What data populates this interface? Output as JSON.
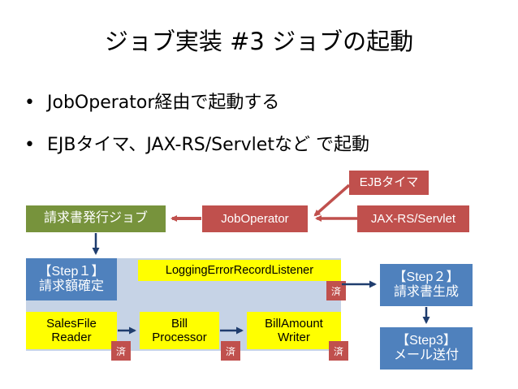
{
  "slide": {
    "title": "ジョブ実装 #3 ジョブの起動",
    "bullets": [
      "JobOperator経由で起動する",
      "EJBタイマ、JAX-RS/Servletなど で起動"
    ],
    "bullet_symbol": "•"
  },
  "diagram": {
    "ejb_timer": "EJBタイマ",
    "jax_rs": "JAX-RS/Servlet",
    "job_operator": "JobOperator",
    "billing_job": "請求書発行ジョブ",
    "step1": [
      "【Step１】",
      "請求額確定"
    ],
    "listener": "LoggingErrorRecordListener",
    "reader": [
      "SalesFile",
      "Reader"
    ],
    "processor": [
      "Bill",
      "Processor"
    ],
    "writer": [
      "BillAmount",
      "Writer"
    ],
    "step2": [
      "【Step２】",
      "請求書生成"
    ],
    "step3": [
      "【Step3】",
      "メール送付"
    ],
    "done_label": "済"
  },
  "colors": {
    "red": "#c0504d",
    "green": "#77933c",
    "blue": "#4f81bd",
    "yellow": "#ffff00",
    "band": "#c6d3e6",
    "arrow": "#1f3d6e"
  }
}
